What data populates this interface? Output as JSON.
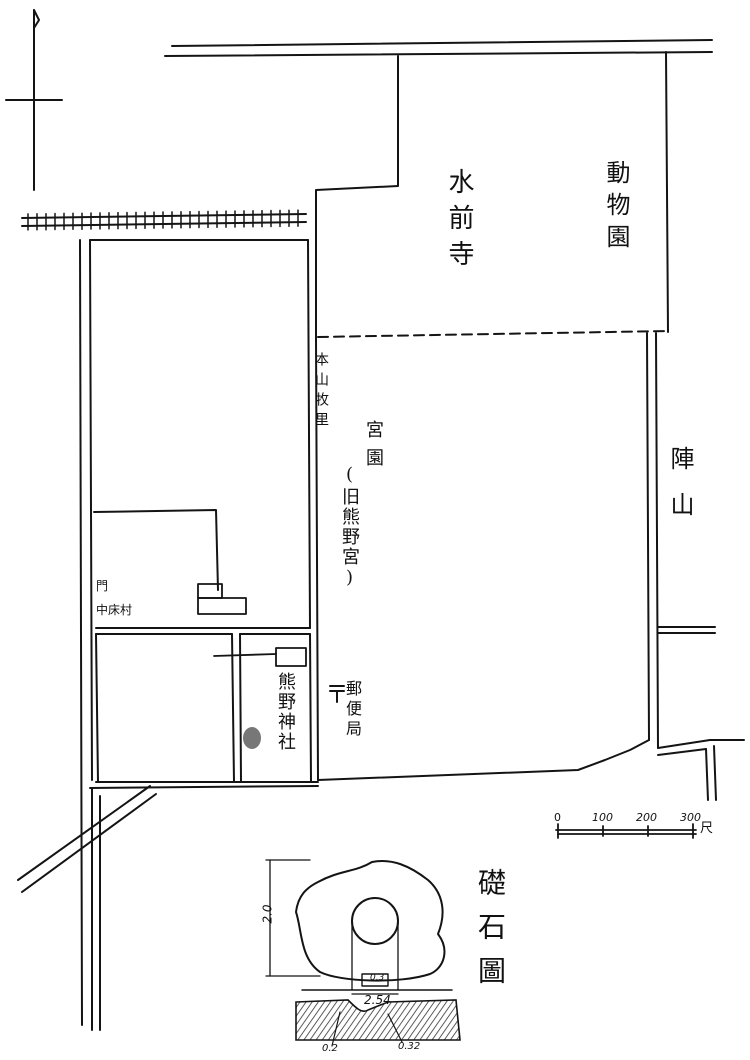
{
  "map_labels": {
    "mizumaji": "水前寺",
    "zoo": "動物園",
    "jinyama": "陣山",
    "honzan_bokuchi": "本山牧里",
    "miyazono": "宮園",
    "old_kumano": "(旧熊野宮)",
    "kumano_jinja": "熊野神社",
    "post_office": "郵便局",
    "nakatoko": "中床村",
    "mon": "門",
    "foundation_stone_figure": "礎石圖"
  },
  "scale_bar": {
    "ticks": [
      "0",
      "100",
      "200",
      "300"
    ],
    "unit": "尺"
  },
  "stone_dims": {
    "height": "2.0",
    "width": "2.54",
    "left_note": "0.2",
    "right_note": "0.32",
    "top_note": "0.3"
  },
  "icons": {
    "north_arrow": "north-arrow-icon",
    "post_office": "post-office-symbol-icon",
    "shrine_torii": "torii-icon"
  },
  "colors": {
    "ink": "#141414",
    "paper": "#ffffff",
    "hatch": "#333333"
  }
}
